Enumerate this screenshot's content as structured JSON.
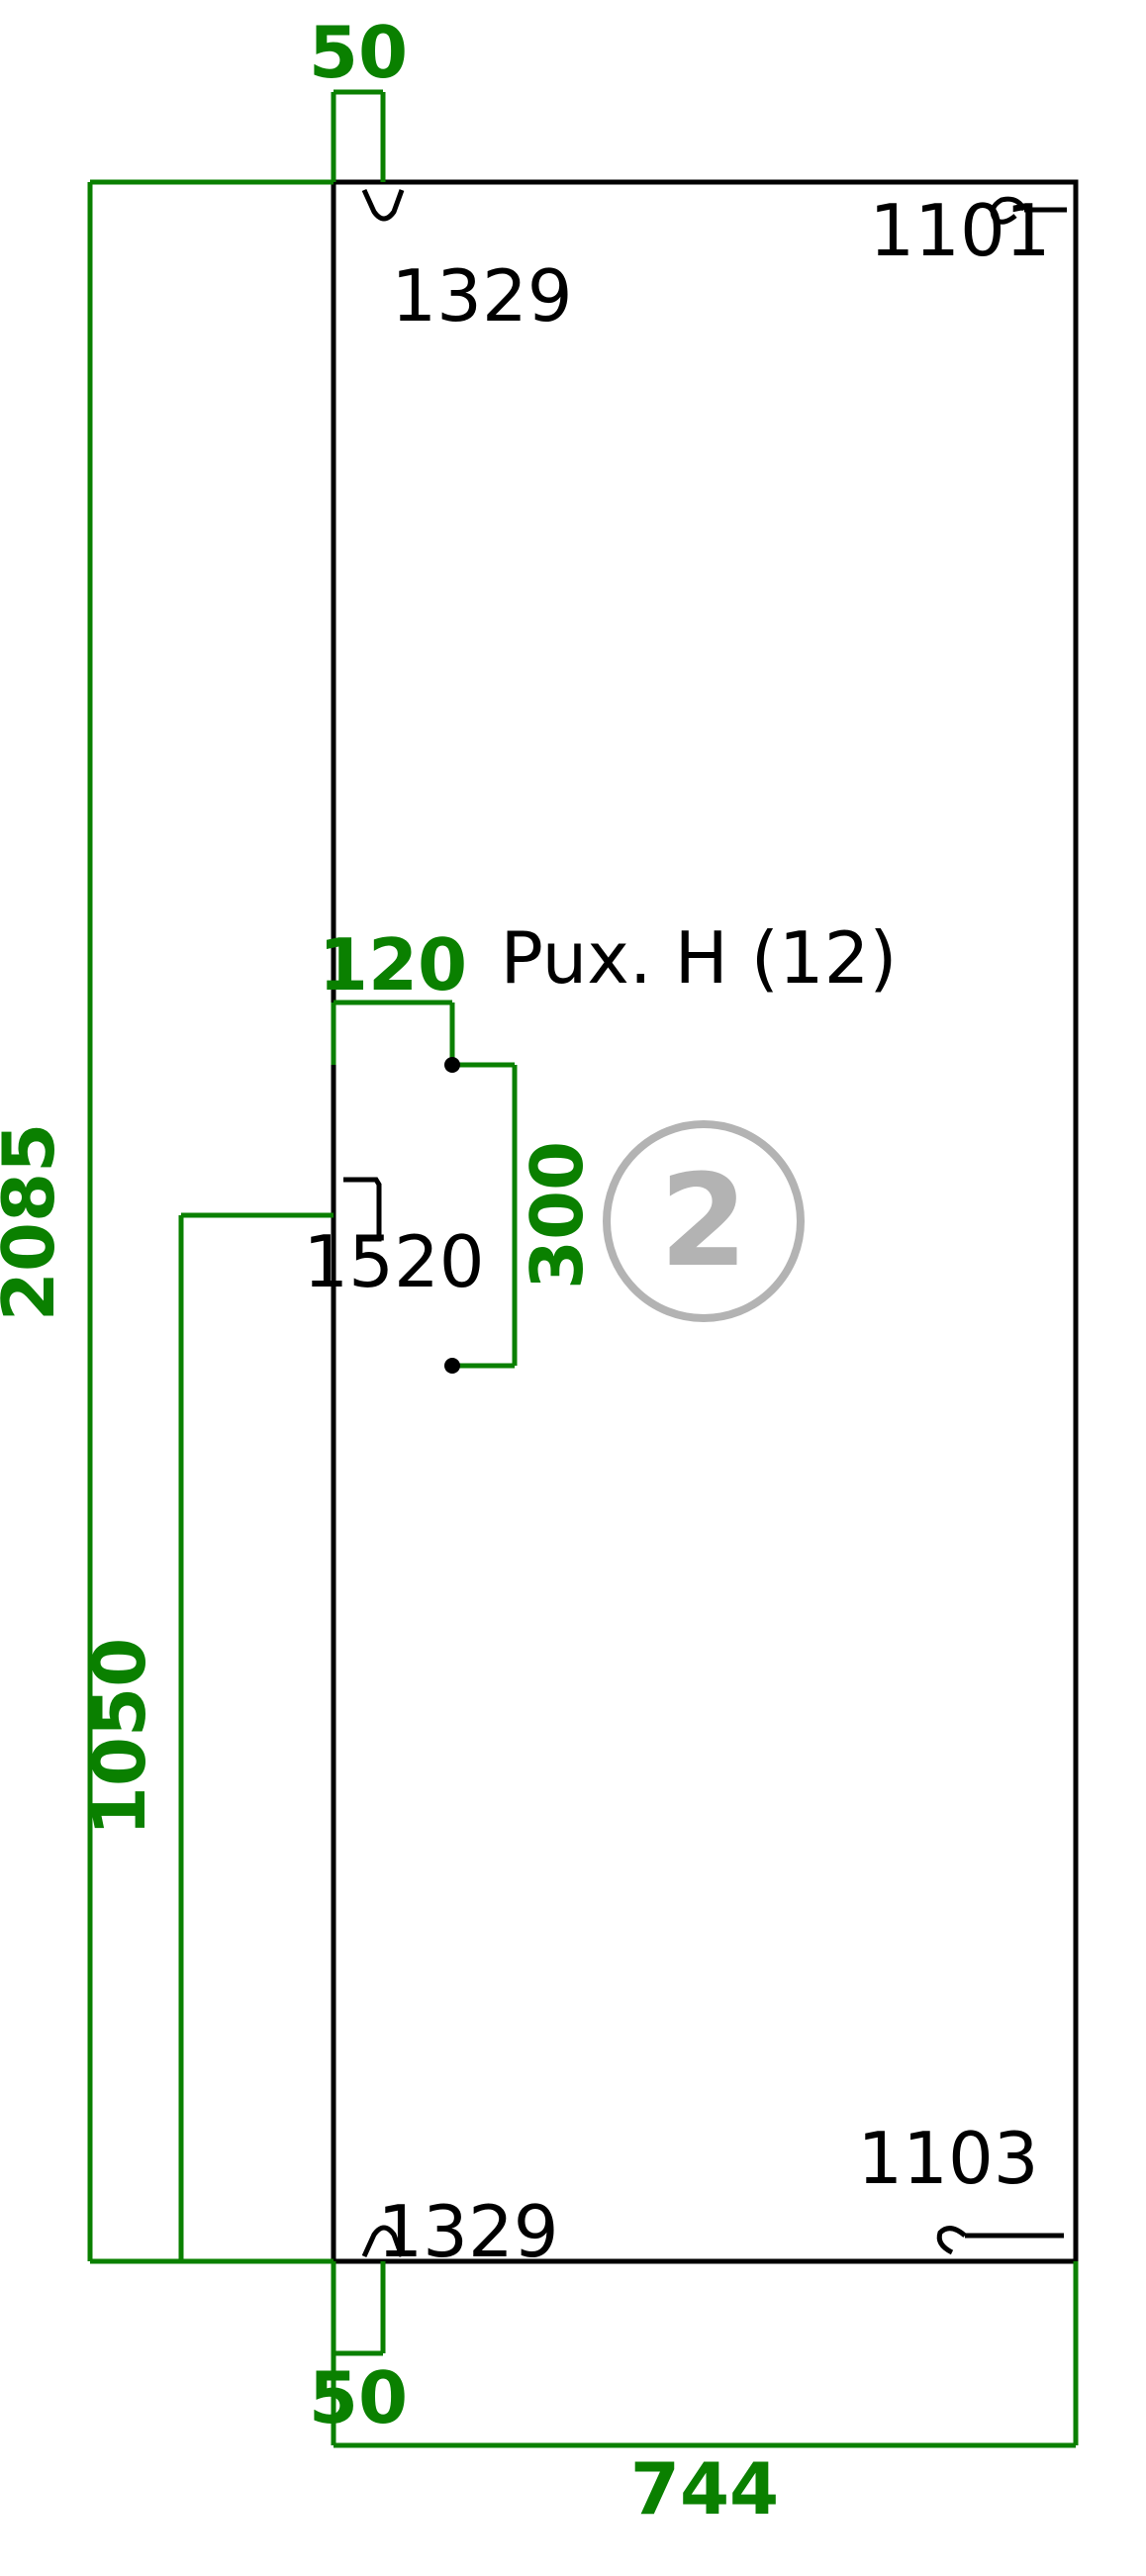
{
  "dimensions": {
    "top_offset": "50",
    "bottom_offset": "50",
    "total_height": "2085",
    "handle_height": "1050",
    "hinge_offset": "120",
    "hinge_spacing": "300",
    "panel_width": "744"
  },
  "labels": {
    "top_left_part": "1329",
    "top_right_part": "1101",
    "handle_part": "1520",
    "bottom_left_part": "1329",
    "bottom_right_part": "1103",
    "hinge_label": "Pux. H (12)",
    "panel_number": "2"
  },
  "colors": {
    "dimension": "#0a8000",
    "outline": "#000000",
    "badge": "#b3b3b3",
    "background": "#ffffff"
  }
}
